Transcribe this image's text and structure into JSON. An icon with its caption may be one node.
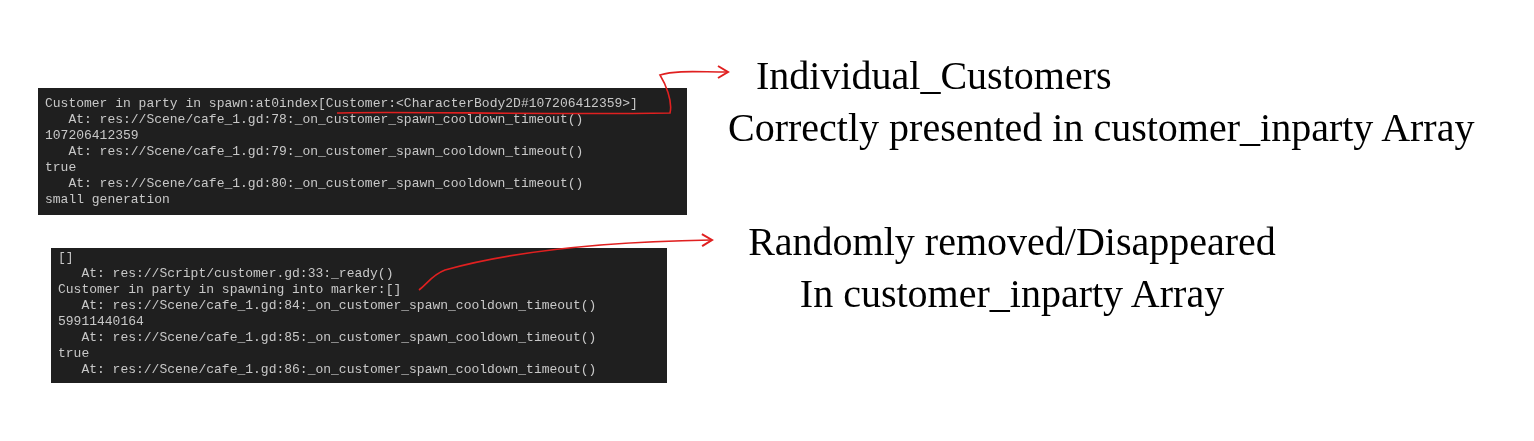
{
  "diagram": {
    "nodes": [
      {
        "text": [
          "Customer in party in spawn:at0index[Customer:<CharacterBody2D#107206412359>]",
          "   At: res://Scene/cafe_1.gd:78:_on_customer_spawn_cooldown_timeout()",
          "107206412359",
          "   At: res://Scene/cafe_1.gd:79:_on_customer_spawn_cooldown_timeout()",
          "true",
          "   At: res://Scene/cafe_1.gd:80:_on_customer_spawn_cooldown_timeout()",
          "small generation"
        ]
      },
      {
        "text": [
          "Individual_Customers",
          "Correctly presented in customer_inparty Array"
        ]
      },
      {
        "text": [
          "[]",
          "   At: res://Script/customer.gd:33:_ready()",
          "Customer in party in spawning into marker:[]",
          "   At: res://Scene/cafe_1.gd:84:_on_customer_spawn_cooldown_timeout()",
          "59911440164",
          "   At: res://Scene/cafe_1.gd:85:_on_customer_spawn_cooldown_timeout()",
          "true",
          "   At: res://Scene/cafe_1.gd:86:_on_customer_spawn_cooldown_timeout()"
        ]
      },
      {
        "text": [
          "Randomly removed/Disappeared",
          "In customer_inparty Array"
        ]
      }
    ],
    "edges": [
      {
        "from": 0,
        "to": 1,
        "arrow": "to",
        "color": "#e02020"
      },
      {
        "from": 2,
        "to": 3,
        "arrow": "to",
        "color": "#e02020"
      }
    ]
  }
}
